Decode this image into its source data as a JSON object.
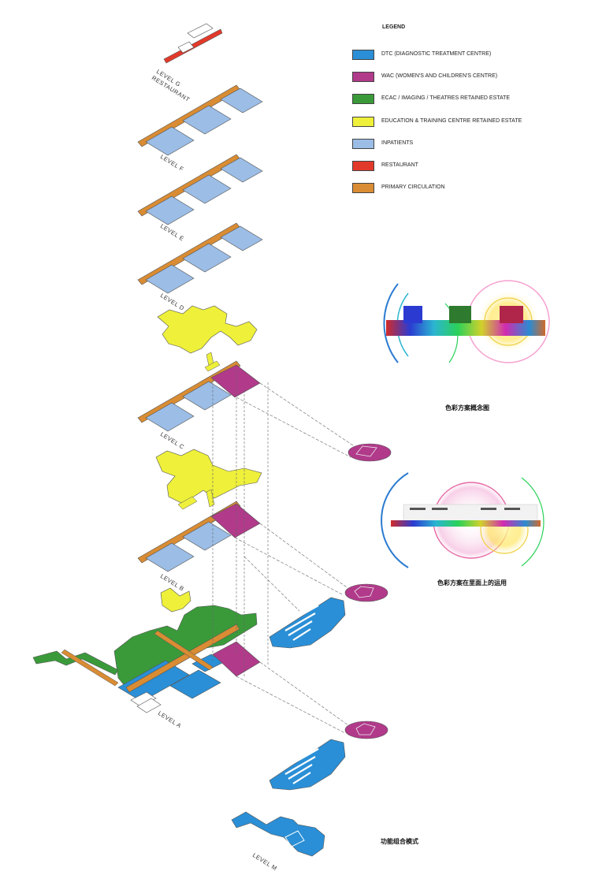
{
  "legend": {
    "title": "LEGEND",
    "items": [
      {
        "label": "DTC (DIAGNOSTIC TREATMENT CENTRE)",
        "color": "#2a8fd6"
      },
      {
        "label": "WAC (WOMEN'S AND CHILDREN'S CENTRE)",
        "color": "#b13a8a"
      },
      {
        "label": "ECAC / IMAGING / THEATRES RETAINED ESTATE",
        "color": "#3a9a3a"
      },
      {
        "label": "EDUCATION & TRAINING CENTRE  RETAINED ESTATE",
        "color": "#eef03a"
      },
      {
        "label": "INPATIENTS",
        "color": "#9bbde6"
      },
      {
        "label": "RESTAURANT",
        "color": "#e23a2a"
      },
      {
        "label": "PRIMARY CIRCULATION",
        "color": "#d98c33"
      }
    ]
  },
  "levels": {
    "g": "LEVEL G",
    "g_sub": "RESTAURANT",
    "f": "LEVEL F",
    "e": "LEVEL E",
    "d": "LEVEL D",
    "c": "LEVEL C",
    "b": "LEVEL B",
    "a": "LEVEL A",
    "m": "LEVEL M"
  },
  "captions": {
    "concept": "色彩方案概念图",
    "facade": "色彩方案在里面上的运用",
    "function": "功能组合模式"
  }
}
